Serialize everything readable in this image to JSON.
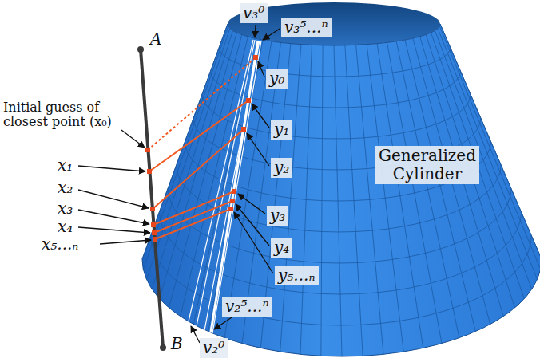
{
  "diagram": {
    "labels": [
      "v₃⁰",
      "v₃⁵...ⁿ",
      "Initial guess of closest point (x₀)",
      "A",
      "y₀",
      "y₁",
      "y₂",
      "y₃",
      "y₄",
      "y₅...ₙ",
      "x₁",
      "x₂",
      "x₃",
      "x₄",
      "x₅...ₙ",
      "Generalized Cylinder",
      "B",
      "v₂⁵...ⁿ",
      "v₂⁰"
    ]
  }
}
